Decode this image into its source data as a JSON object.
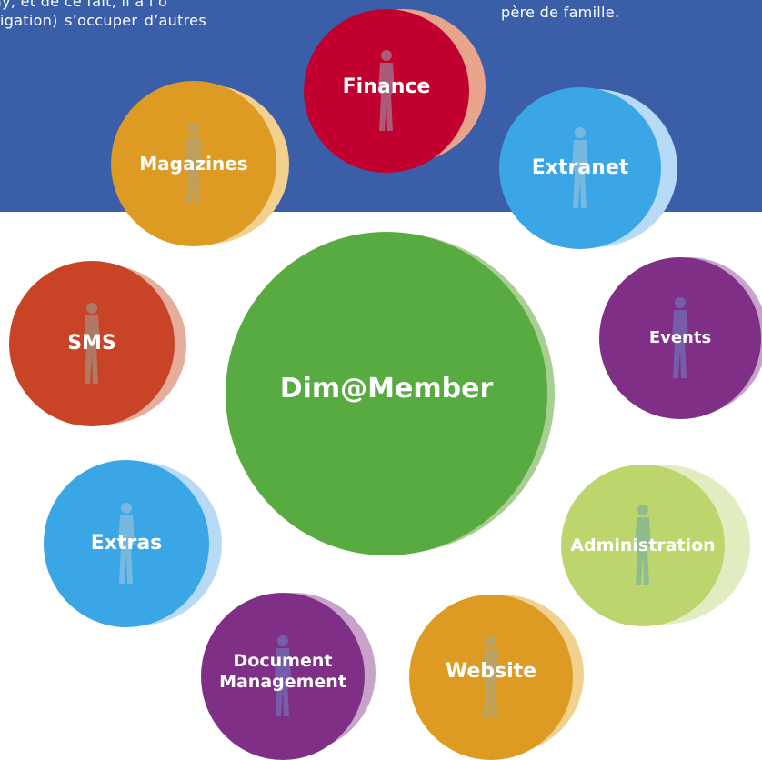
{
  "header_text": {
    "left_line_1": "ay, et de ce fait, il a l’o",
    "left_line_2": "igation) s’occuper d’autres",
    "right_line_1": "père de famille."
  },
  "colors": {
    "band": "#3b5ea8",
    "finance": "#c1002f",
    "extranet": "#3aa6e5",
    "magazines": "#dd9b24",
    "sms": "#c94426",
    "center": "#58ab41",
    "events": "#7f2f86",
    "extras": "#3aa6e5",
    "administration": "#bdd56d",
    "document_management": "#7f2f86",
    "website": "#dd9b24"
  },
  "bubbles": {
    "finance": "Finance",
    "extranet": "Extranet",
    "magazines": "Magazines",
    "sms": "SMS",
    "center": "Dim@Member",
    "events": "Events",
    "extras": "Extras",
    "administration": "Administration",
    "document_management_line1": "Document",
    "document_management_line2": "Management",
    "website": "Website"
  }
}
